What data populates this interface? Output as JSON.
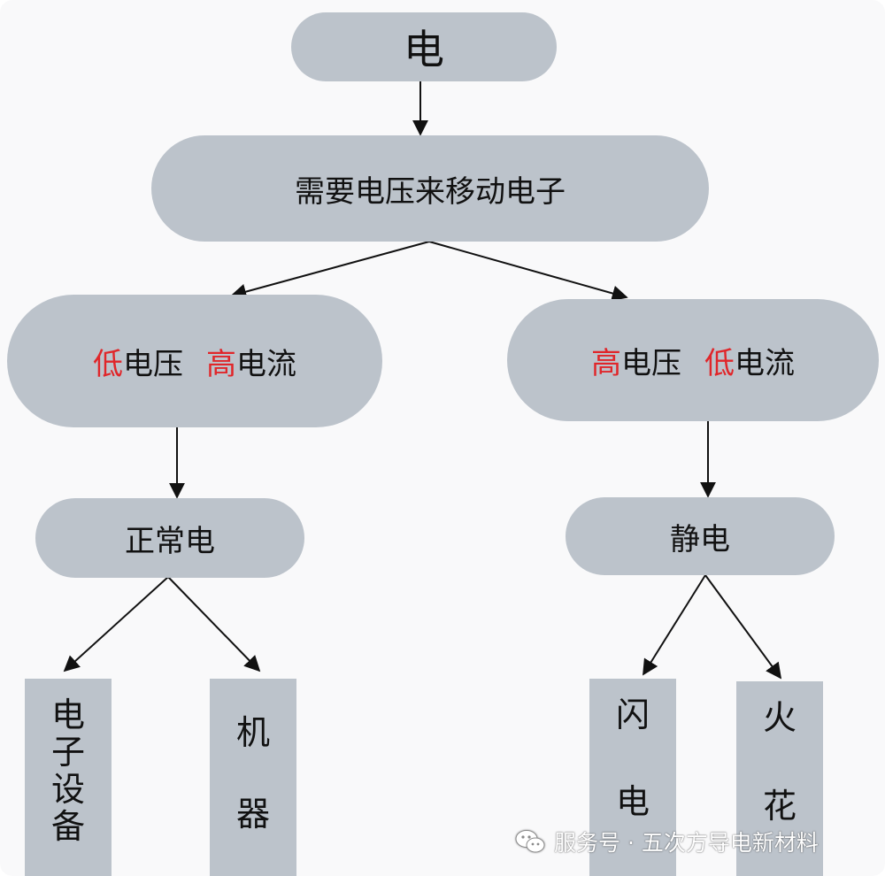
{
  "nodes": {
    "root": "电",
    "need": "需要电压来移动电子",
    "left": {
      "p1": "低",
      "p2": "电压",
      "p3": "高",
      "p4": "电流"
    },
    "right": {
      "p1": "高",
      "p2": "电压",
      "p3": "低",
      "p4": "电流"
    },
    "normal": "正常电",
    "static": "静电"
  },
  "leaves": {
    "electronics": [
      "电",
      "子",
      "设",
      "备"
    ],
    "machine": [
      "机",
      "器"
    ],
    "lightning": [
      "闪",
      "电"
    ],
    "spark": [
      "火",
      "花"
    ]
  },
  "watermark": {
    "text": "服务号 · 五次方导电新材料",
    "icon": "wechat-icon"
  },
  "colors": {
    "node_fill": "#bcc3cb",
    "highlight": "#e0262a",
    "arrow": "#111111"
  }
}
